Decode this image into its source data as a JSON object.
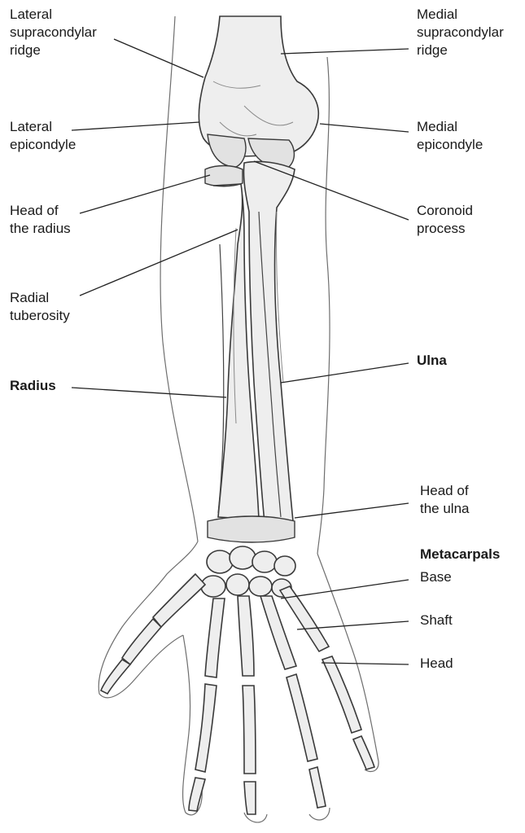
{
  "labels": {
    "lateral_supracondylar_ridge": [
      "Lateral",
      "supracondylar",
      "ridge"
    ],
    "medial_supracondylar_ridge": [
      "Medial",
      "supracondylar",
      "ridge"
    ],
    "lateral_epicondyle": [
      "Lateral",
      "epicondyle"
    ],
    "medial_epicondyle": [
      "Medial",
      "epicondyle"
    ],
    "head_of_radius": [
      "Head of",
      "the radius"
    ],
    "coronoid_process": [
      "Coronoid",
      "process"
    ],
    "radial_tuberosity": [
      "Radial",
      "tuberosity"
    ],
    "radius": "Radius",
    "ulna": "Ulna",
    "head_of_ulna": [
      "Head of",
      "the ulna"
    ],
    "metacarpals": "Metacarpals",
    "base": "Base",
    "shaft": "Shaft",
    "head": "Head"
  }
}
